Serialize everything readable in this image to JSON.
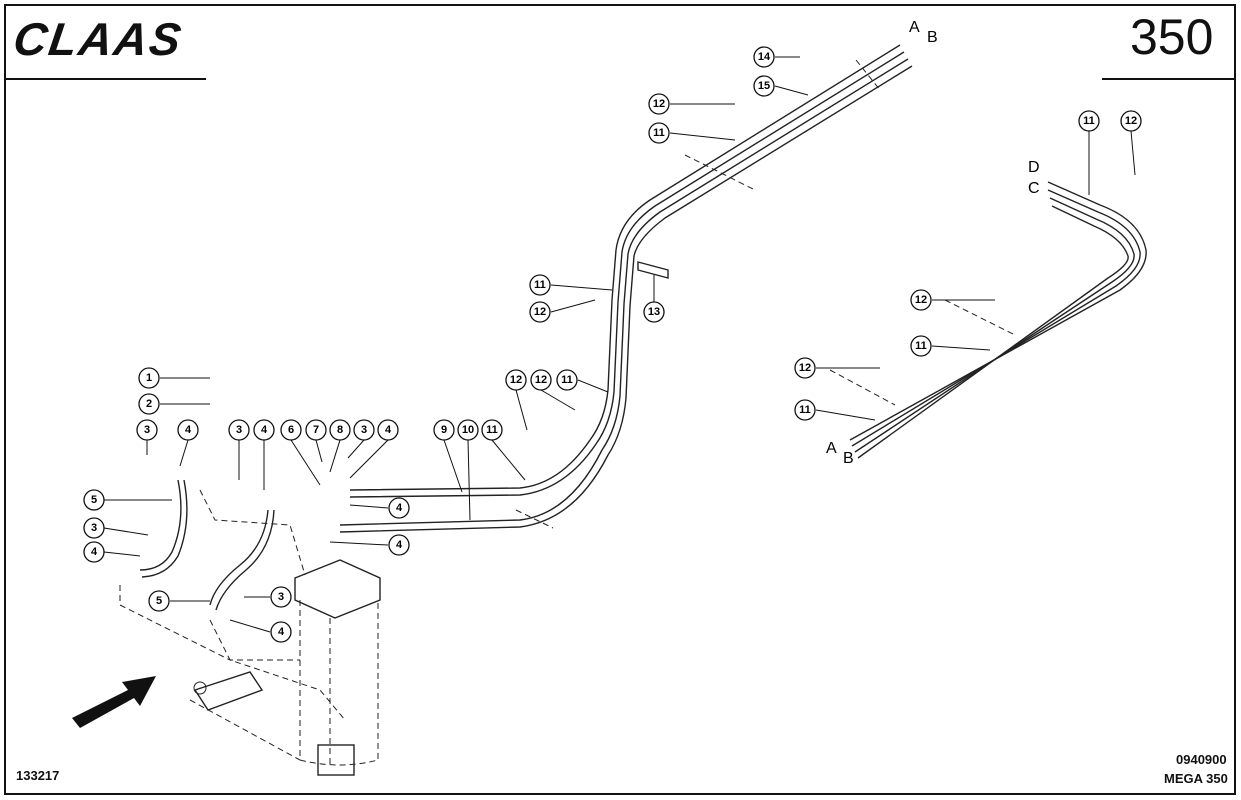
{
  "header": {
    "brand": "CLAAS",
    "page_number": "350"
  },
  "footer": {
    "diagram_id": "133217",
    "document_number": "0940900",
    "model": "MEGA 350"
  },
  "connection_letters": {
    "a": "A",
    "b": "B",
    "c": "C",
    "d": "D"
  },
  "part_callouts": [
    "1",
    "2",
    "3",
    "4",
    "5",
    "6",
    "7",
    "8",
    "9",
    "10",
    "11",
    "12",
    "13",
    "14",
    "15"
  ],
  "colors": {
    "ink": "#111111",
    "paper": "#ffffff"
  }
}
